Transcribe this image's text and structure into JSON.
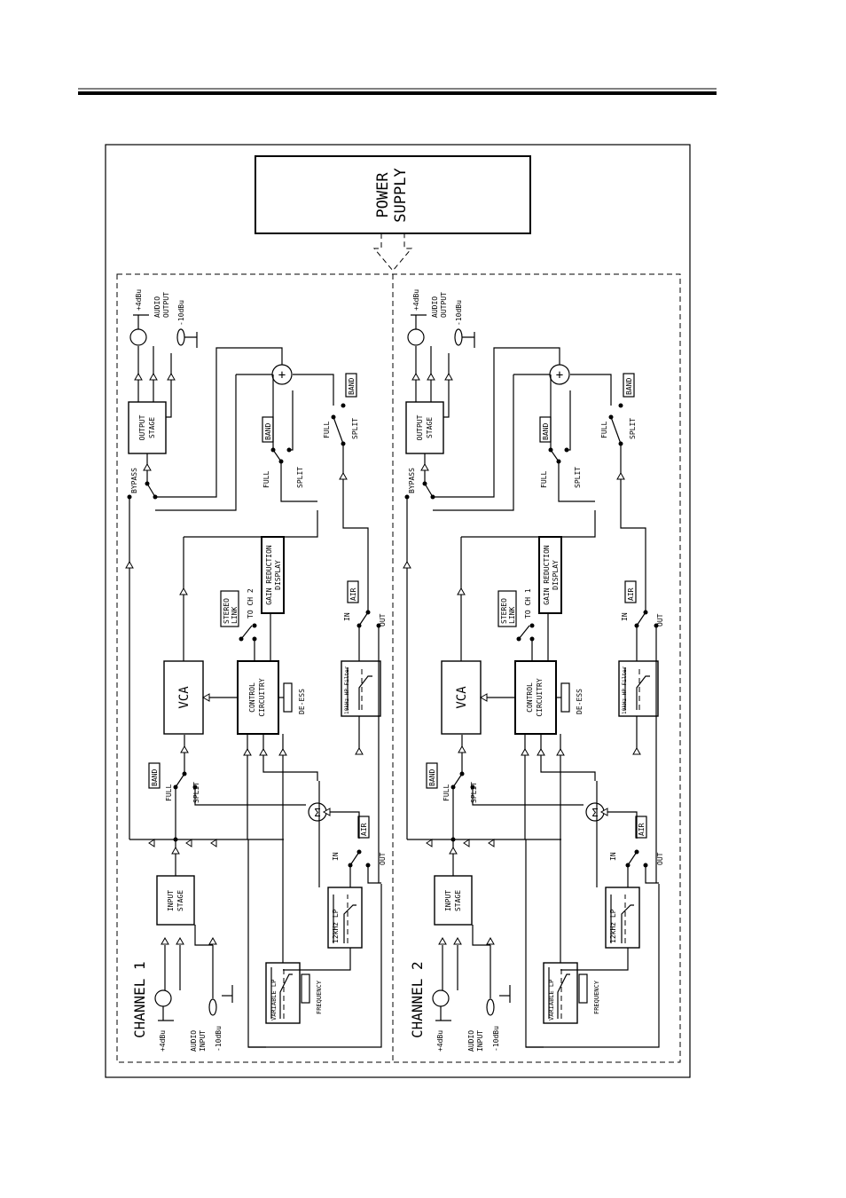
{
  "power_supply": {
    "line1": "POWER",
    "line2": "SUPPLY"
  },
  "channels": [
    {
      "title": "CHANNEL 1",
      "link_target": "TO CH 2"
    },
    {
      "title": "CHANNEL 2",
      "link_target": "TO CH 1"
    }
  ],
  "labels": {
    "input_stage_1": "INPUT",
    "input_stage_2": "STAGE",
    "output_stage_1": "OUTPUT",
    "output_stage_2": "STAGE",
    "vca": "VCA",
    "control_1": "CONTROL",
    "control_2": "CIRCUITRY",
    "de_ess": "DE-ESS",
    "gr_1": "GAIN REDUCTION",
    "gr_2": "DISPLAY",
    "stereo_1": "STEREO",
    "stereo_2": "LINK",
    "band": "BAND",
    "air": "AIR",
    "full": "FULL",
    "split": "SPLIT",
    "bypass": "BYPASS",
    "in": "IN",
    "out": "OUT",
    "variable_lp": "VARIABLE LP",
    "frequency": "FREQUENCY",
    "lp12k": "12kHz LP",
    "hp10k": "10kHz HP Filter",
    "plus4": "+4dBu",
    "minus10": "-10dBu",
    "audio_input_1": "AUDIO",
    "audio_input_2": "INPUT",
    "audio_output_1": "AUDIO",
    "audio_output_2": "OUTPUT",
    "sum": "Σ",
    "plus": "+"
  }
}
